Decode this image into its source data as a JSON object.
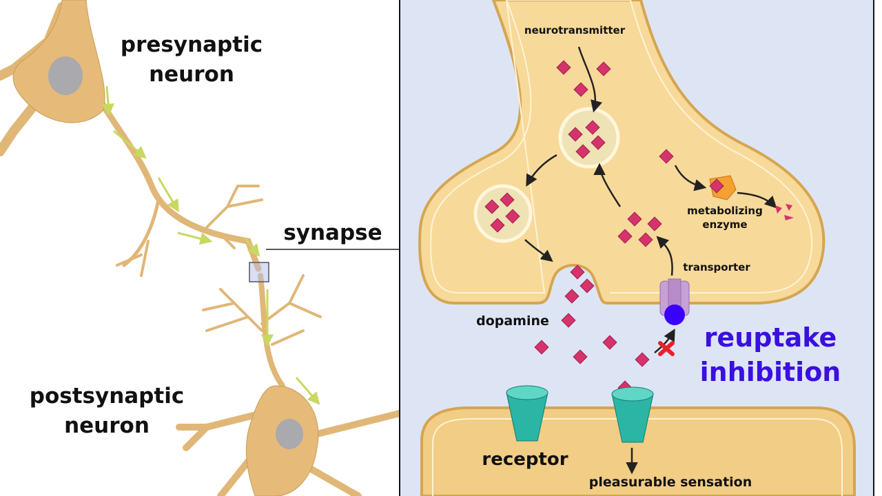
{
  "left_panel": {
    "presynaptic_label_line1": "presynaptic",
    "presynaptic_label_line2": "neuron",
    "synapse_label": "synapse",
    "postsynaptic_label_line1": "postsynaptic",
    "postsynaptic_label_line2": "neuron"
  },
  "right_panel": {
    "neurotransmitter_label": "neurotransmitter",
    "metabolizing_label_line1": "metabolizing",
    "metabolizing_label_line2": "enzyme",
    "transporter_label": "transporter",
    "dopamine_label": "dopamine",
    "title_line1": "reuptake",
    "title_line2": "inhibition",
    "receptor_label": "receptor",
    "sensation_label": "pleasurable sensation"
  },
  "colors": {
    "neuron": "#e8c07a",
    "cytoplasm": "#f7d999",
    "background_right": "#dde5f5",
    "dopamine": "#d6336c",
    "receptor": "#2bb5a5",
    "transporter": "#c8a0d8",
    "inhibitor": "#3a00ff",
    "title": "#3a0fe0",
    "block_x": "#e8202a",
    "enzyme": "#f5a030"
  }
}
